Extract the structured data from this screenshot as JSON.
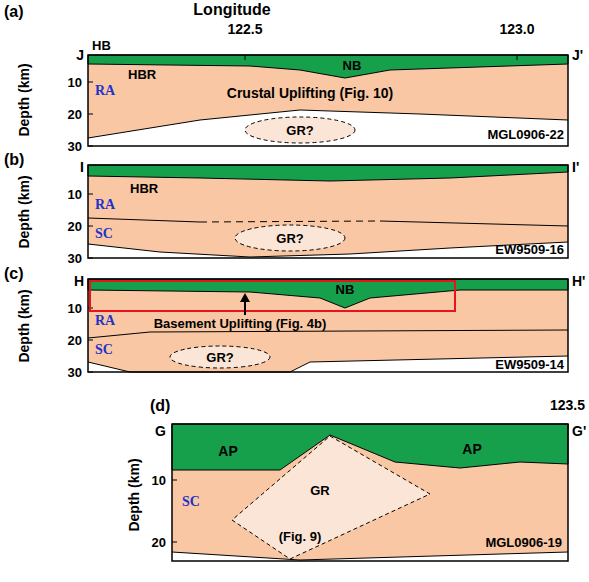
{
  "diagram": {
    "nodes": [
      {
        "text": [
          "GR?"
        ]
      },
      {
        "text": [
          "GR?"
        ]
      },
      {
        "text": [
          "GR?"
        ]
      },
      {
        "text": [
          "GR"
        ]
      }
    ],
    "labels": [
      "(a)",
      "Longitude",
      "122.5",
      "123.0",
      "J",
      "HB",
      "J'",
      "NB",
      "HBR",
      "RA",
      "Depth (km)",
      "10",
      "Crustal Uplifting (Fig. 10)",
      "20",
      "30",
      "MGL0906-22",
      "(b)",
      "I",
      "I'",
      "HBR",
      "RA",
      "Depth (km)",
      "10",
      "SC",
      "20",
      "30",
      "EW9509-16",
      "(c)",
      "H",
      "H'",
      "NB",
      "Basement Uplifting (Fig. 4b)",
      "RA",
      "Depth (km)",
      "10",
      "SC",
      "20",
      "30",
      "EW9509-14",
      "(d)",
      "123.5",
      "G",
      "G'",
      "AP",
      "AP",
      "10",
      "Depth (km)",
      "SC",
      "(Fig. 9)",
      "20",
      "MGL0906-19"
    ]
  }
}
